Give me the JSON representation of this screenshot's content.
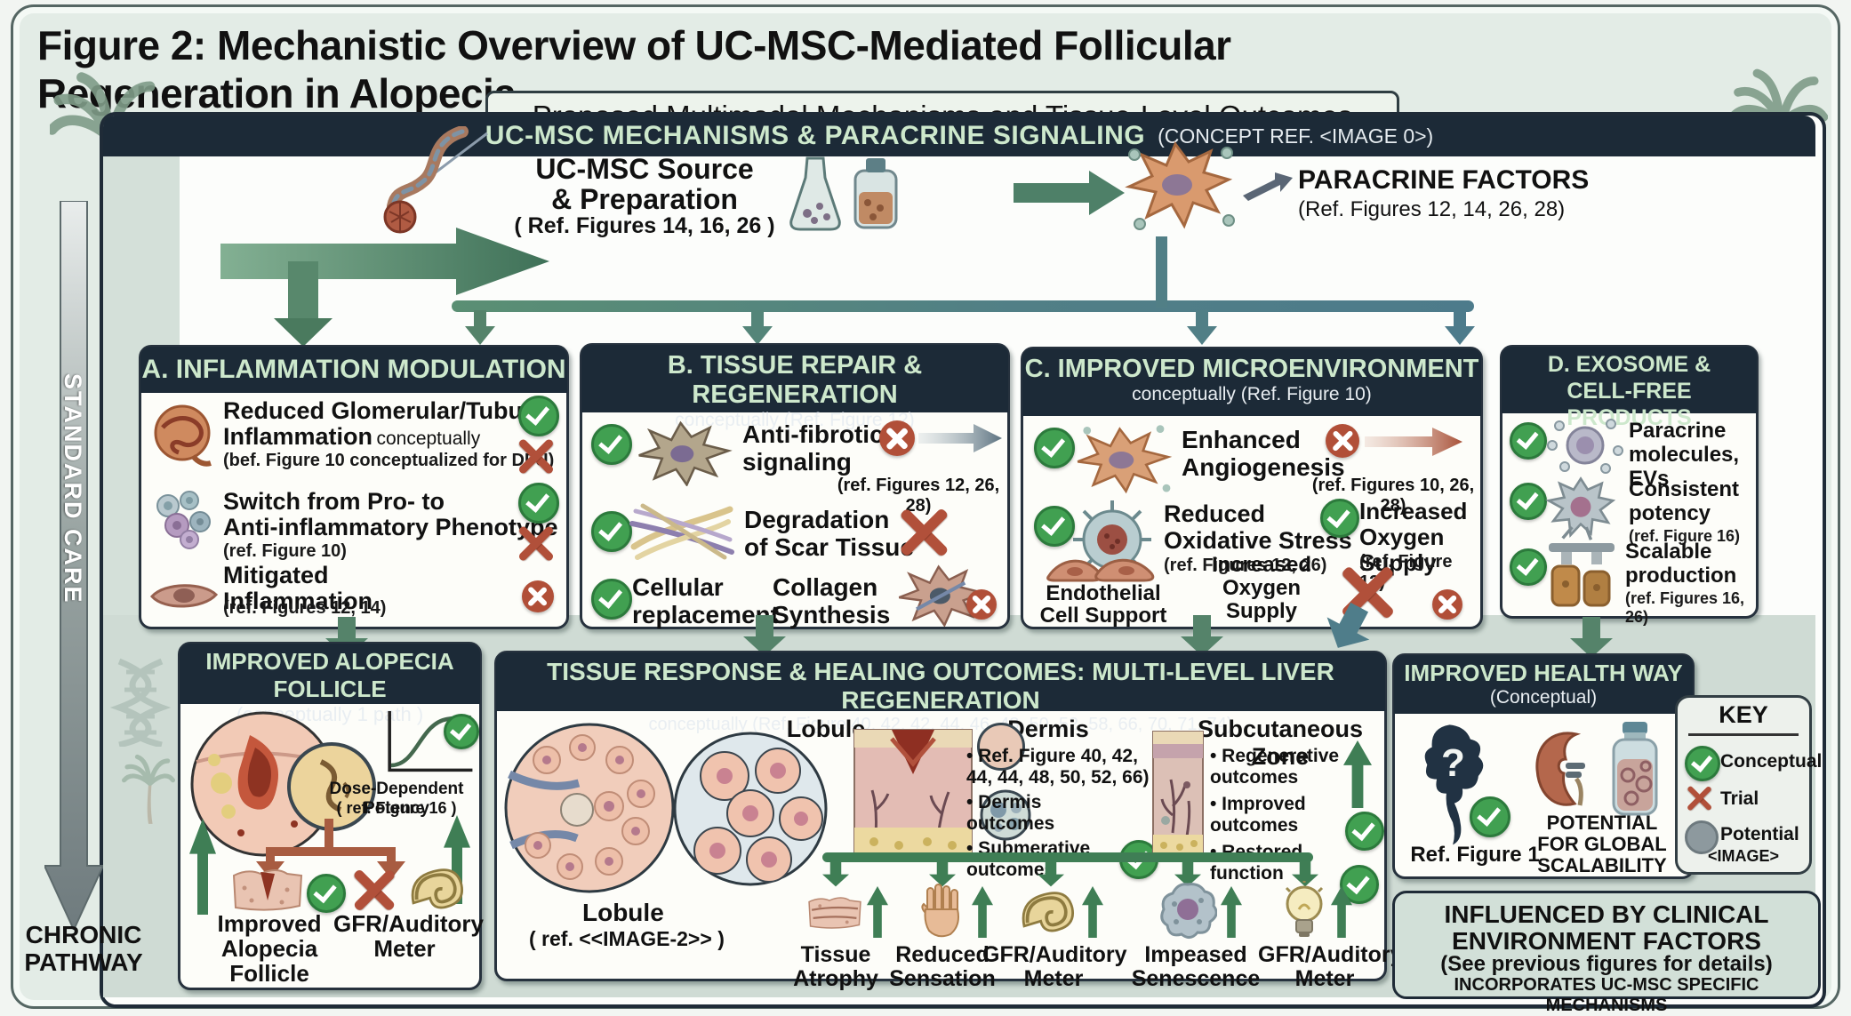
{
  "title": "Figure 2: Mechanistic Overview of UC-MSC-Mediated Follicular Regeneration in Alopecia",
  "subtitle": "Proposed Multimodal Mechanisms and Tissue-Level Outcomes",
  "banner": {
    "title": "UC-MSC MECHANISMS & PARACRINE SIGNALING",
    "concept_ref": "(CONCEPT REF. <IMAGE 0>)",
    "source_line1": "UC-MSC Source",
    "source_line2": "& Preparation",
    "source_ref": "( Ref. Figures 14, 16, 26 )",
    "paracrine_title": "PARACRINE FACTORS",
    "paracrine_ref": "(Ref. Figures 12, 14, 26, 28)"
  },
  "sidebar": {
    "standard_care": "STANDARD CARE",
    "chronic_pathway": "CHRONIC\nPATHWAY"
  },
  "panel_a": {
    "title": "A. INFLAMMATION MODULATION",
    "item1_line1": "Reduced Glomerular/Tubular",
    "item1_line2": "Inflammation",
    "item1_note": "conceptually",
    "item1_ref": "(bef. Figure 10 conceptualized for DFU)",
    "item2_line1": "Switch from Pro- to",
    "item2_line2": "Anti-inflammatory Phenotype",
    "item2_ref": "(ref. Figure 10)",
    "item3": "Mitigated\nInflammation",
    "item3_ref": "(ref. Figures 12, 14)"
  },
  "panel_b": {
    "title": "B. TISSUE REPAIR & REGENERATION",
    "subtitle": "conceptually (Ref. Figure 12)",
    "item1": "Anti-fibrotic\nsignaling",
    "item1_ref": "(ref. Figures 12, 26, 28)",
    "item2": "Degradation\nof Scar Tissue",
    "item3a": "Cellular\nreplacement",
    "item3b": "Collagen\nSynthesis"
  },
  "panel_c": {
    "title": "C. IMPROVED MICROENVIRONMENT",
    "subtitle": "conceptually (Ref. Figure 10)",
    "item1": "Enhanced\nAngiogenesis",
    "item1_ref": "(ref. Figures 10, 26, 28)",
    "item2": "Reduced\nOxidative Stress",
    "item2_ref": "(ref. Figures 12, 26)",
    "item3": "Increased\nOxygen Supply",
    "item3_ref": "(ref. Figure 12)",
    "item4": "Endothelial\nCell Support",
    "item5": "Increased\nOxygen\nSupply"
  },
  "panel_d": {
    "title": "D. EXOSOME &\nCELL-FREE PRODUCTS",
    "item1": "Paracrine\nmolecules, EVs",
    "item2": "Consistent\npotency",
    "item2_ref": "(ref. Figure 16)",
    "item3": "Scalable\nproduction",
    "item3_ref": "(ref. Figures 16, 26)"
  },
  "alopecia": {
    "title": "IMPROVED ALOPECIA FOLLICLE",
    "subtitle": "(conceptually 1 path )",
    "graph_caption": "Dose-Dependent Potency",
    "graph_ref": "( ref. Figure 16 )",
    "outcome1": "Improved\nAlopecia\nFollicle",
    "outcome2": "GFR/Auditory\nMeter"
  },
  "tissue": {
    "title": "TISSUE RESPONSE & HEALING OUTCOMES: MULTI-LEVEL LIVER REGENERATION",
    "subtitle": "conceptually (Ref. Figure 40, 42, 42, 44, 46, 48, 50, 52, 58, 66, 70, 71, 74)",
    "lobule_label": "Lobule",
    "dermis_label": "Dermis",
    "subq_label": "Subcutaneous Zone",
    "dermis_b1": "• Ref. Figure 40, 42,\n44, 44, 48, 50, 52, 66)",
    "dermis_b2": "• Dermis\noutcomes",
    "dermis_b3": "• Submerative\noutcomes",
    "subq_b1": "• Regenerative\noutcomes",
    "subq_b2": "• Improved\noutcomes",
    "subq_b3": "• Restored\nfunction",
    "lobule_caption": "Lobule",
    "lobule_ref": "( ref. <<IMAGE-2>> )",
    "out1": "Tissue\nAtrophy",
    "out2": "Reduced\nSensation",
    "out3": "GFR/Auditory\nMeter",
    "out4": "Impeased\nSenescence",
    "out5": "GFR/Auditory\nMeter"
  },
  "health": {
    "title": "IMPROVED HEALTH WAY",
    "subtitle": "(Conceptual)",
    "map_mark": "?",
    "map_ref": "Ref. Figure 1",
    "scalability": "POTENTIAL\nFOR GLOBAL\nSCALABILITY"
  },
  "key": {
    "title": "KEY",
    "conceptual": "Conceptual",
    "trial": "Trial",
    "potential": "Potential",
    "image_tag": "<IMAGE>"
  },
  "influenced": {
    "line1": "INFLUENCED BY CLINICAL",
    "line2": "ENVIRONMENT FACTORS",
    "line3": "(See previous figures for details)",
    "line4": "INCORPORATES UC-MSC SPECIFIC MECHANISMS"
  },
  "colors": {
    "header_bg": "#1c2a37",
    "header_text": "#cde8cc",
    "check_green": "#41a051",
    "cross_red": "#b1503a",
    "arrow_green": "#55836a",
    "arrow_teal": "#517f86",
    "arrow_brown": "#a85c41",
    "standard_gray": "#76817f"
  }
}
